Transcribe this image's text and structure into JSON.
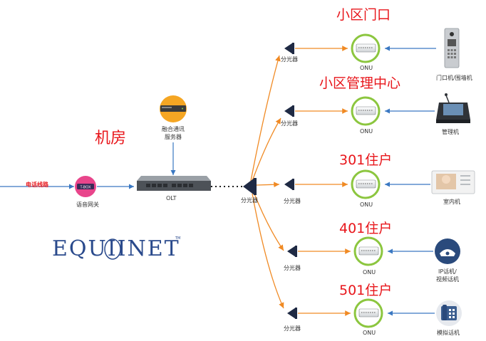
{
  "diagram": {
    "room_label": "机房",
    "telephone_line_label": "电话线路",
    "gateway": {
      "badge": "T-BOX",
      "label": "语音网关"
    },
    "server": {
      "label_line1": "融合通讯",
      "label_line2": "服务器"
    },
    "olt_label": "OLT",
    "central_splitter_label": "分光器",
    "branches": [
      {
        "title": "小区门口",
        "splitter_label": "分光器",
        "onu_label": "ONU",
        "device_label": "门口机/围墙机"
      },
      {
        "title": "小区管理中心",
        "splitter_label": "分光器",
        "onu_label": "ONU",
        "device_label": "管理机"
      },
      {
        "title": "301住户",
        "splitter_label": "分光器",
        "onu_label": "ONU",
        "device_label": "室内机"
      },
      {
        "title": "401住户",
        "splitter_label": "分光器",
        "onu_label": "ONU",
        "device_label": "IP话机/",
        "device_label2": "视频话机"
      },
      {
        "title": "501住户",
        "splitter_label": "分光器",
        "onu_label": "ONU",
        "device_label": "模拟话机"
      }
    ],
    "logo": {
      "text": "EQUIINET",
      "tm": "TM"
    },
    "colors": {
      "fiber": "#f08a24",
      "copper": "#3a78c2",
      "title_red": "#e8161b",
      "onu_ring": "#8cc63f",
      "gateway": "#e8458b",
      "server": "#f5a623"
    }
  }
}
